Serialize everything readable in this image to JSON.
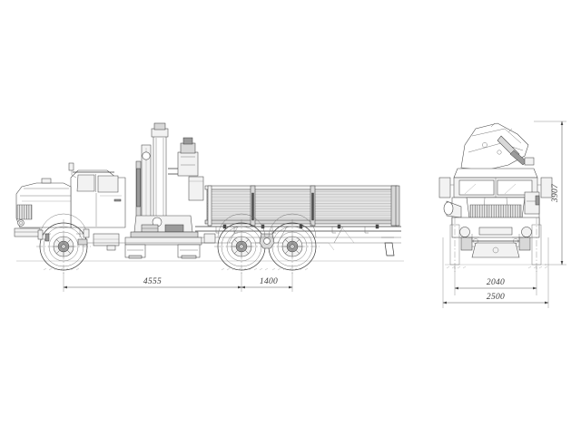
{
  "document": {
    "type": "engineering-drawing",
    "subject": "Truck mounted knuckle-boom crane",
    "background_color": "#ffffff",
    "line_color": "#3a3a3a"
  },
  "views": {
    "side": {
      "name": "side-elevation-view",
      "label": ""
    },
    "front": {
      "name": "front-elevation-view",
      "label": ""
    }
  },
  "dimensions": {
    "side": [
      {
        "id": "wheelbase-front-to-mid",
        "value": "4555",
        "unit": "mm",
        "orientation": "horizontal"
      },
      {
        "id": "rear-bogie-spacing",
        "value": "1400",
        "unit": "mm",
        "orientation": "horizontal"
      }
    ],
    "front": [
      {
        "id": "wheel-track",
        "value": "2040",
        "unit": "mm",
        "orientation": "horizontal"
      },
      {
        "id": "overall-width",
        "value": "2500",
        "unit": "mm",
        "orientation": "horizontal"
      },
      {
        "id": "overall-height",
        "value": "3907",
        "unit": "mm",
        "orientation": "vertical"
      }
    ]
  },
  "components": {
    "cab": "truck-cab",
    "hood": "engine-hood",
    "crane": "folded-knuckle-boom-crane",
    "mast": "crane-vertical-mast",
    "cargo_bed": "flatbed-cargo-platform",
    "front_axle": "front-axle-wheel",
    "rear_axle_1": "rear-axle-wheel-1",
    "rear_axle_2": "rear-axle-wheel-2",
    "outriggers": "stabilizer-outriggers",
    "grille": "front-grille",
    "headlights": "headlamps",
    "bumper": "front-bumper"
  }
}
